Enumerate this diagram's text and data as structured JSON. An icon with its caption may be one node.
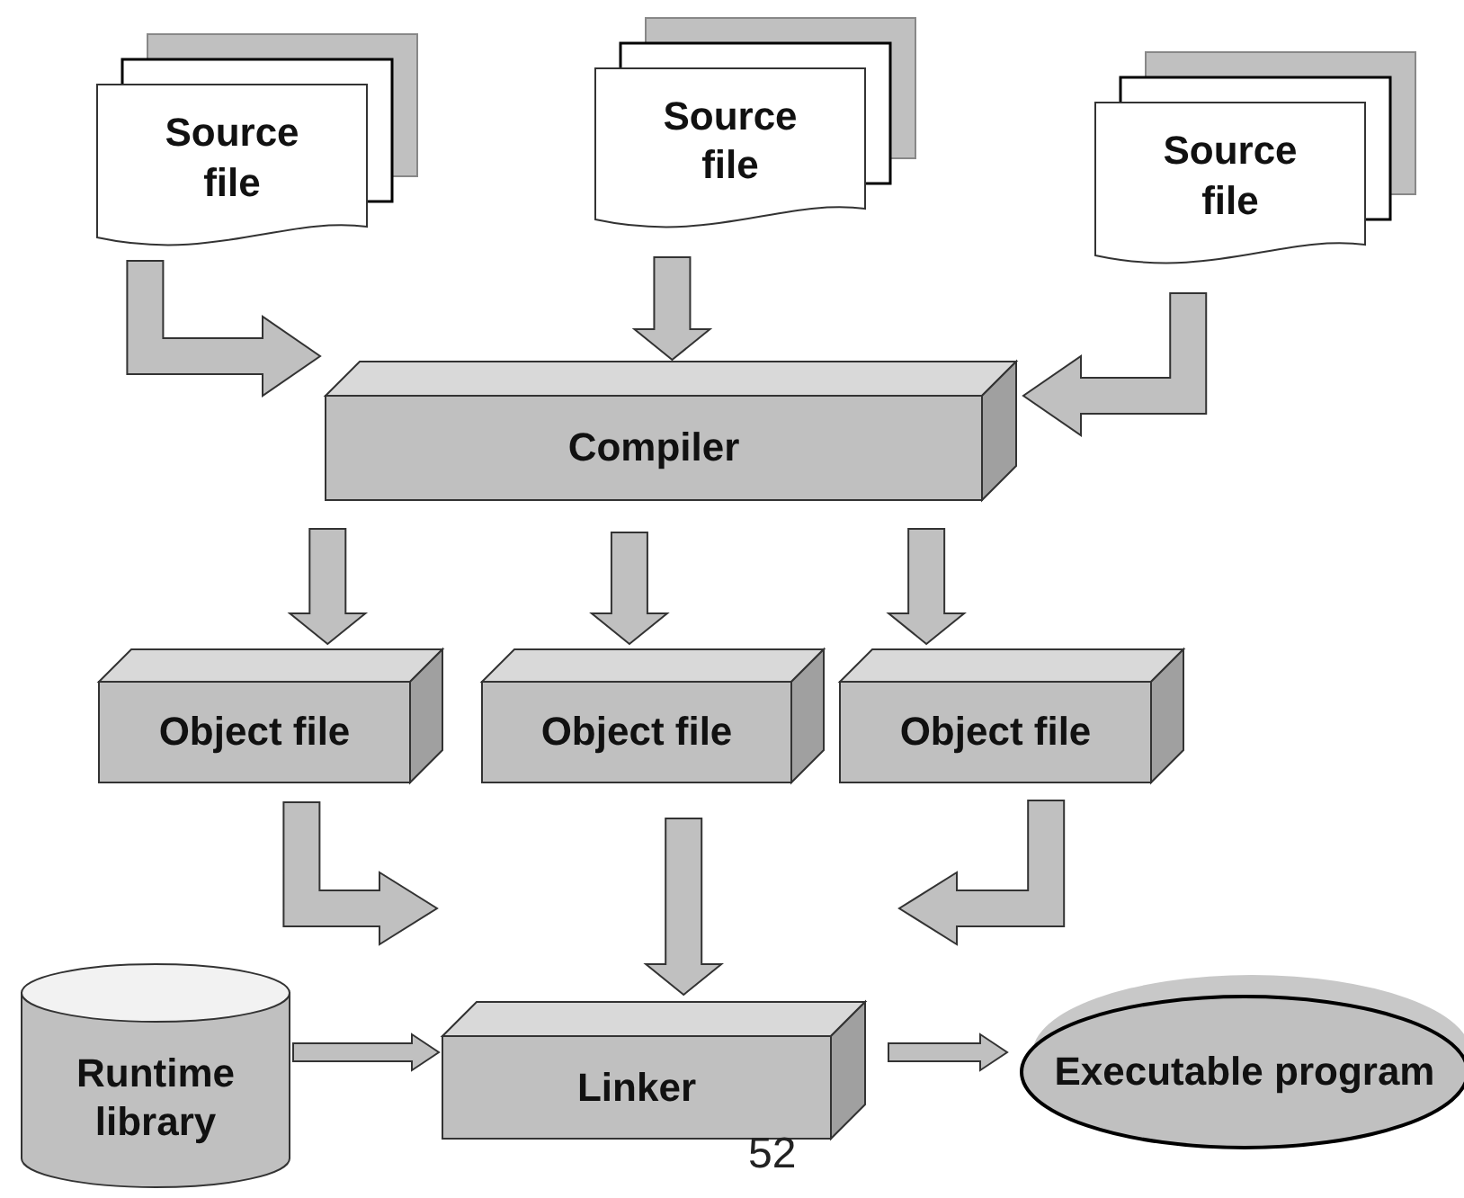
{
  "diagram": {
    "nodes": [
      {
        "text": [
          "Source file"
        ]
      },
      {
        "text": [
          "Source file"
        ]
      },
      {
        "text": [
          "Source file"
        ]
      },
      {
        "text": [
          "Compiler"
        ]
      },
      {
        "text": [
          "Object file"
        ]
      },
      {
        "text": [
          "Object file"
        ]
      },
      {
        "text": [
          "Object file"
        ]
      },
      {
        "text": [
          "Runtime library"
        ]
      },
      {
        "text": [
          "Linker"
        ]
      },
      {
        "text": [
          "Executable program"
        ]
      }
    ],
    "edges": [
      {
        "from": 0,
        "to": 3,
        "arrow": "to"
      },
      {
        "from": 1,
        "to": 3,
        "arrow": "to"
      },
      {
        "from": 2,
        "to": 3,
        "arrow": "to"
      },
      {
        "from": 3,
        "to": 4,
        "arrow": "to"
      },
      {
        "from": 3,
        "to": 5,
        "arrow": "to"
      },
      {
        "from": 3,
        "to": 6,
        "arrow": "to"
      },
      {
        "from": 4,
        "to": 8,
        "arrow": "to"
      },
      {
        "from": 5,
        "to": 8,
        "arrow": "to"
      },
      {
        "from": 6,
        "to": 8,
        "arrow": "to"
      },
      {
        "from": 7,
        "to": 8,
        "arrow": "to"
      },
      {
        "from": 8,
        "to": 9,
        "arrow": "to"
      }
    ],
    "labels": [
      "52"
    ]
  }
}
